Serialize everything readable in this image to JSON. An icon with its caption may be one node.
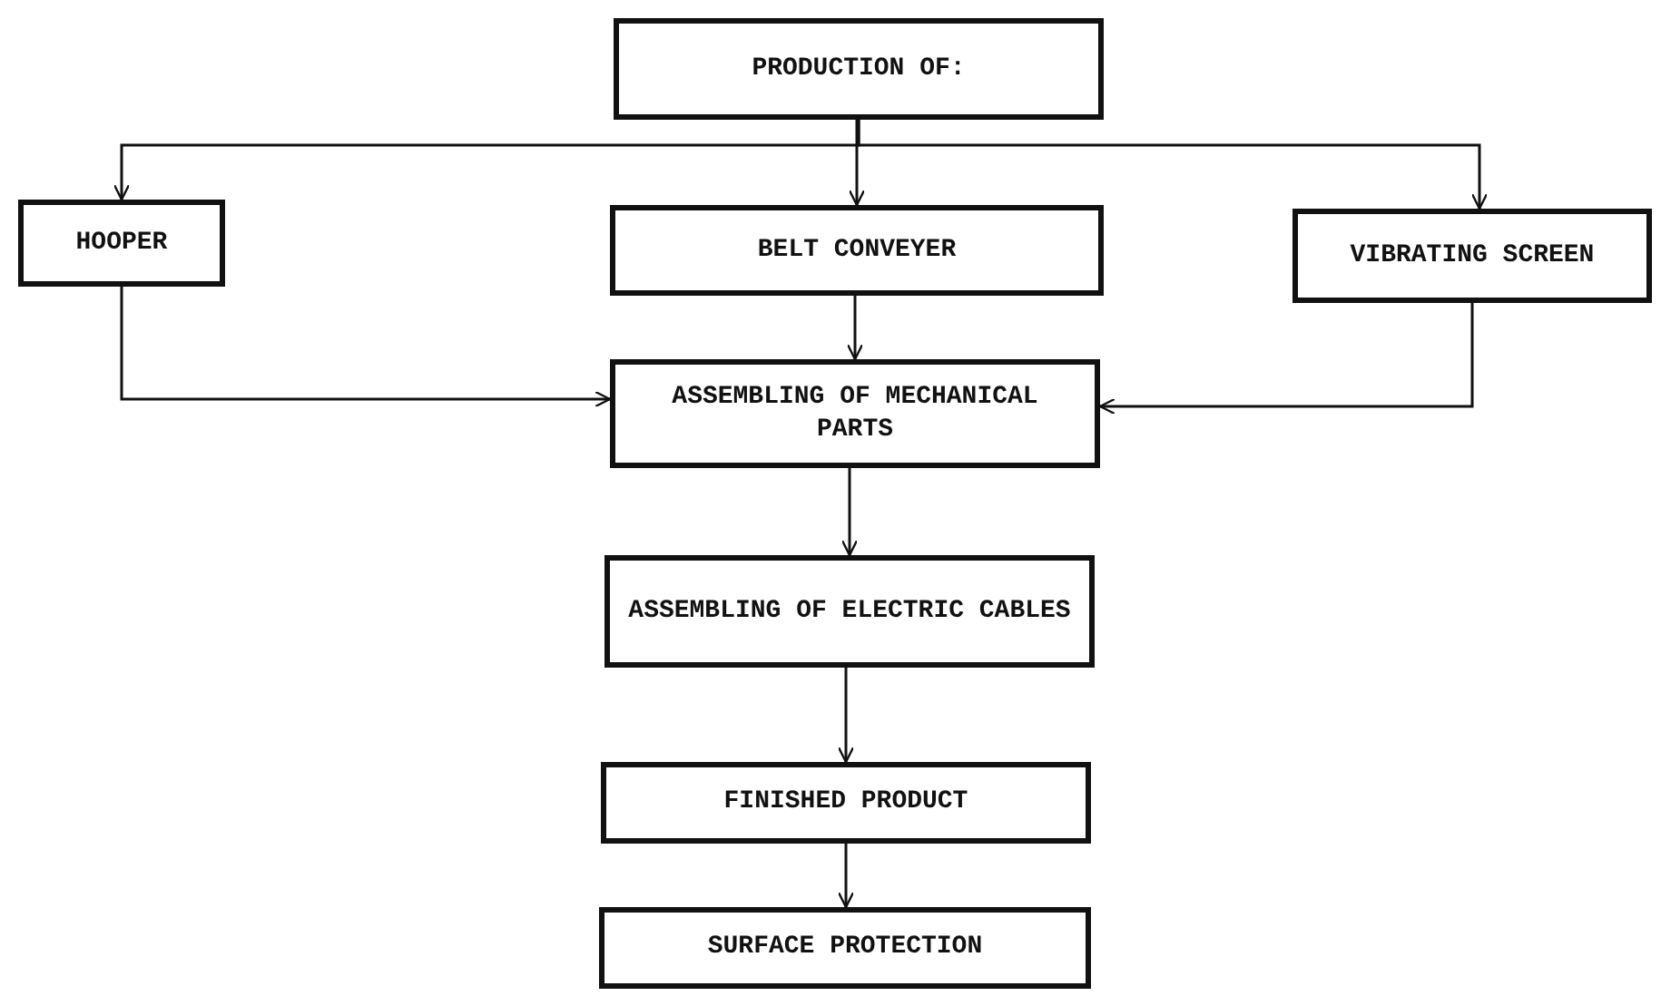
{
  "diagram": {
    "nodes": [
      {
        "text": [
          "PRODUCTION OF:"
        ]
      },
      {
        "text": [
          "HOOPER"
        ]
      },
      {
        "text": [
          "BELT CONVEYER"
        ]
      },
      {
        "text": [
          "VIBRATING SCREEN"
        ]
      },
      {
        "text": [
          "ASSEMBLING OF MECHANICAL PARTS"
        ]
      },
      {
        "text": [
          "ASSEMBLING OF ELECTRIC CABLES"
        ]
      },
      {
        "text": [
          "FINISHED PRODUCT"
        ]
      },
      {
        "text": [
          "SURFACE PROTECTION"
        ]
      }
    ],
    "edges": [
      {
        "from": 0,
        "to": 1,
        "arrow": "to"
      },
      {
        "from": 0,
        "to": 2,
        "arrow": "to"
      },
      {
        "from": 0,
        "to": 3,
        "arrow": "to"
      },
      {
        "from": 1,
        "to": 4,
        "arrow": "to"
      },
      {
        "from": 2,
        "to": 4,
        "arrow": "to"
      },
      {
        "from": 3,
        "to": 4,
        "arrow": "to"
      },
      {
        "from": 4,
        "to": 5,
        "arrow": "to"
      },
      {
        "from": 5,
        "to": 6,
        "arrow": "to"
      },
      {
        "from": 6,
        "to": 7,
        "arrow": "to"
      }
    ]
  }
}
